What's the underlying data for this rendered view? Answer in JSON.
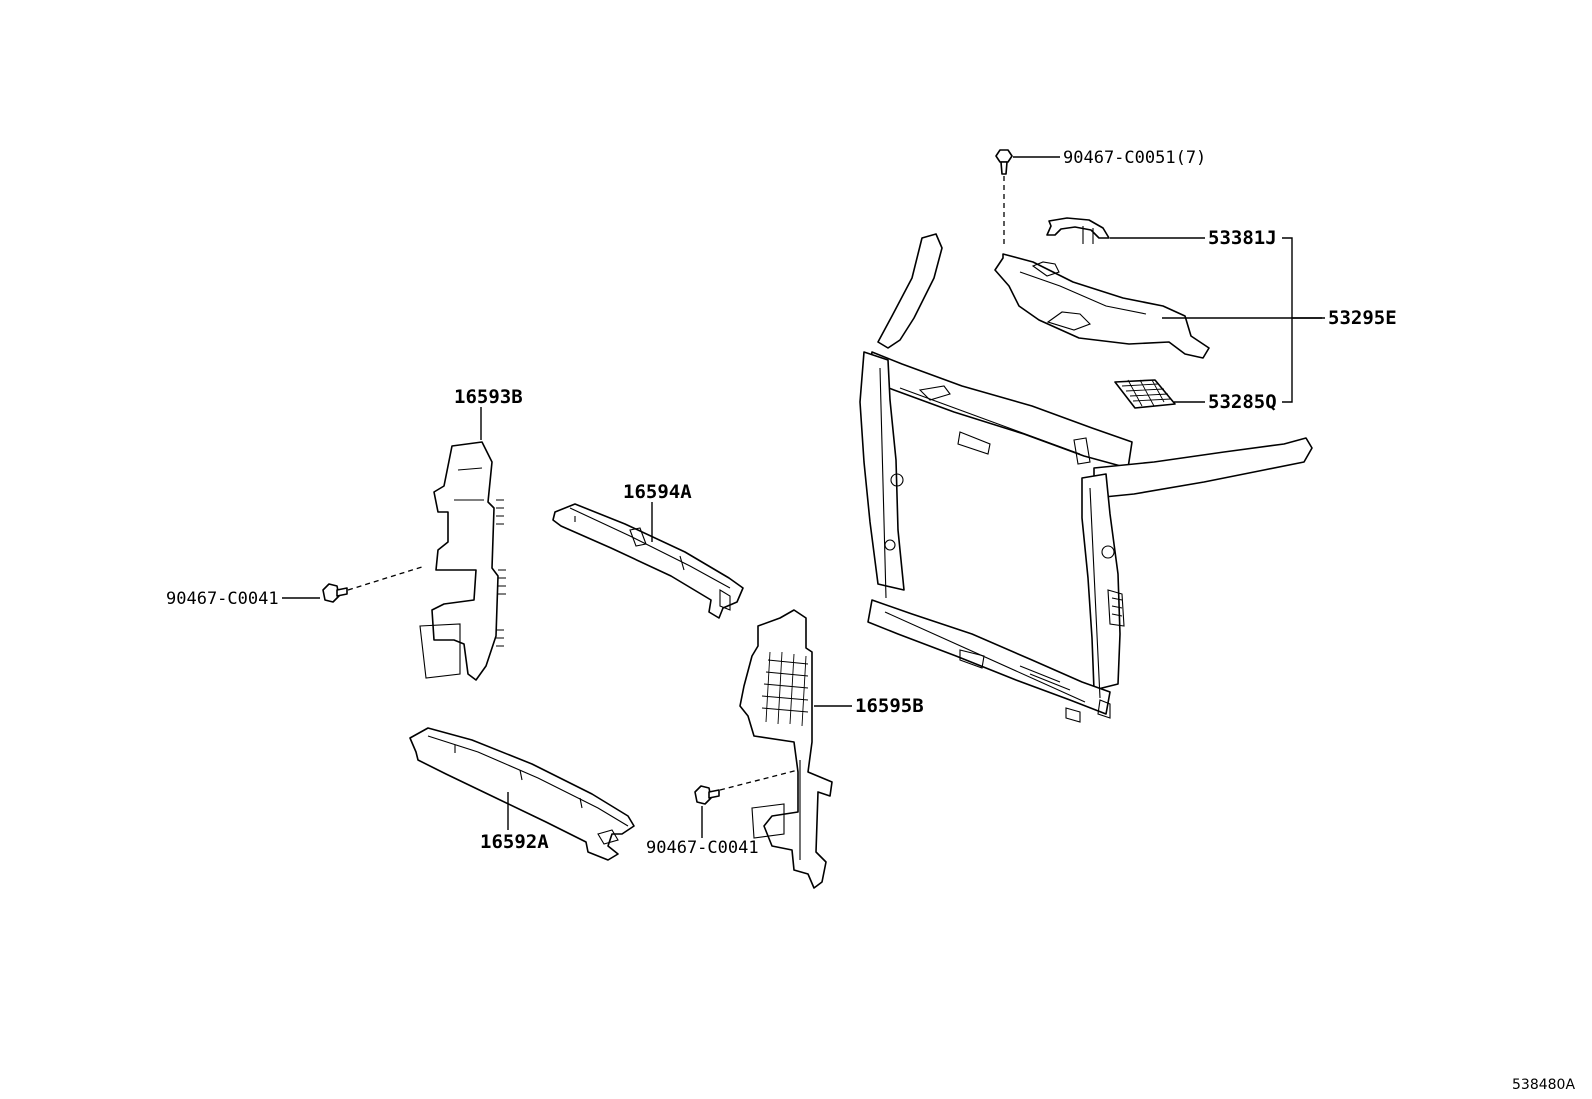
{
  "labels": {
    "part_90467_C0051": "90467-C0051(7)",
    "part_53381J": "53381J",
    "part_53295E": "53295E",
    "part_53285Q": "53285Q",
    "part_16593B": "16593B",
    "part_16594A": "16594A",
    "part_90467_C0041_left": "90467-C0041",
    "part_16595B": "16595B",
    "part_16592A": "16592A",
    "part_90467_C0041_right": "90467-C0041"
  },
  "reference_code": "538480A"
}
